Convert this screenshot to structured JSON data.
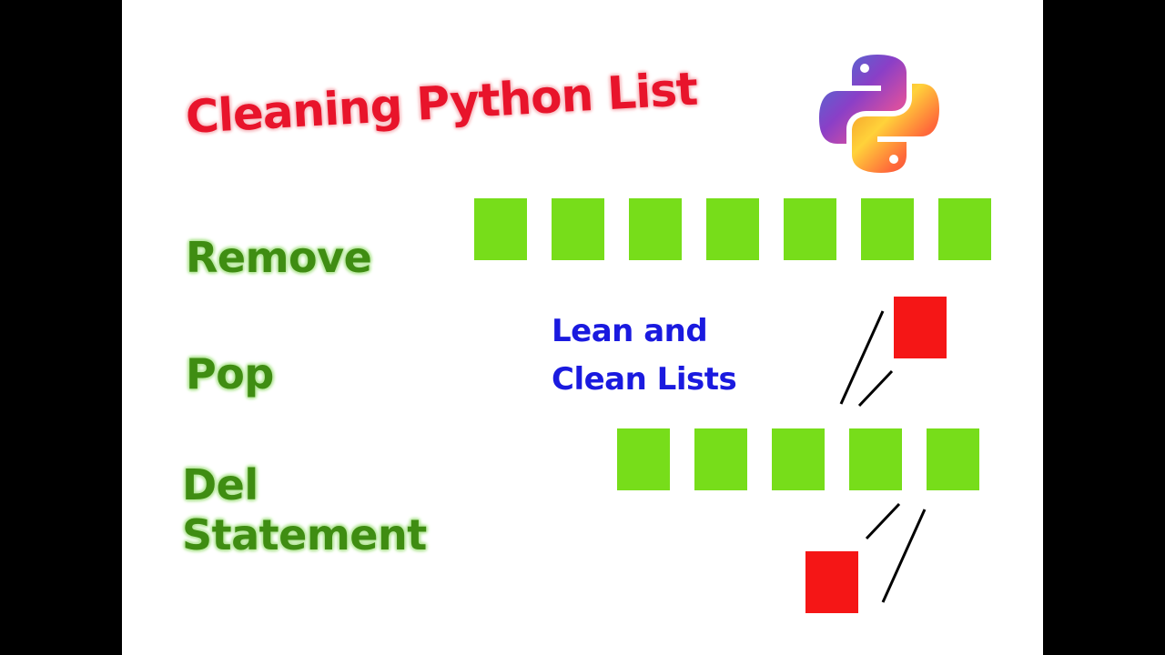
{
  "title": "Cleaning Python List",
  "methods": {
    "remove": "Remove",
    "pop": "Pop",
    "del_line1": "Del",
    "del_line2": "Statement"
  },
  "tagline": {
    "line1": "Lean and",
    "line2": "Clean Lists"
  },
  "colors": {
    "title": "#e8142b",
    "method": "#3f8d12",
    "tagline": "#1a1adf",
    "list_item": "#77dd1a",
    "removed_item": "#f51616"
  },
  "list_top_count": 7,
  "list_mid_count": 5,
  "icons": [
    "python-logo-icon"
  ]
}
